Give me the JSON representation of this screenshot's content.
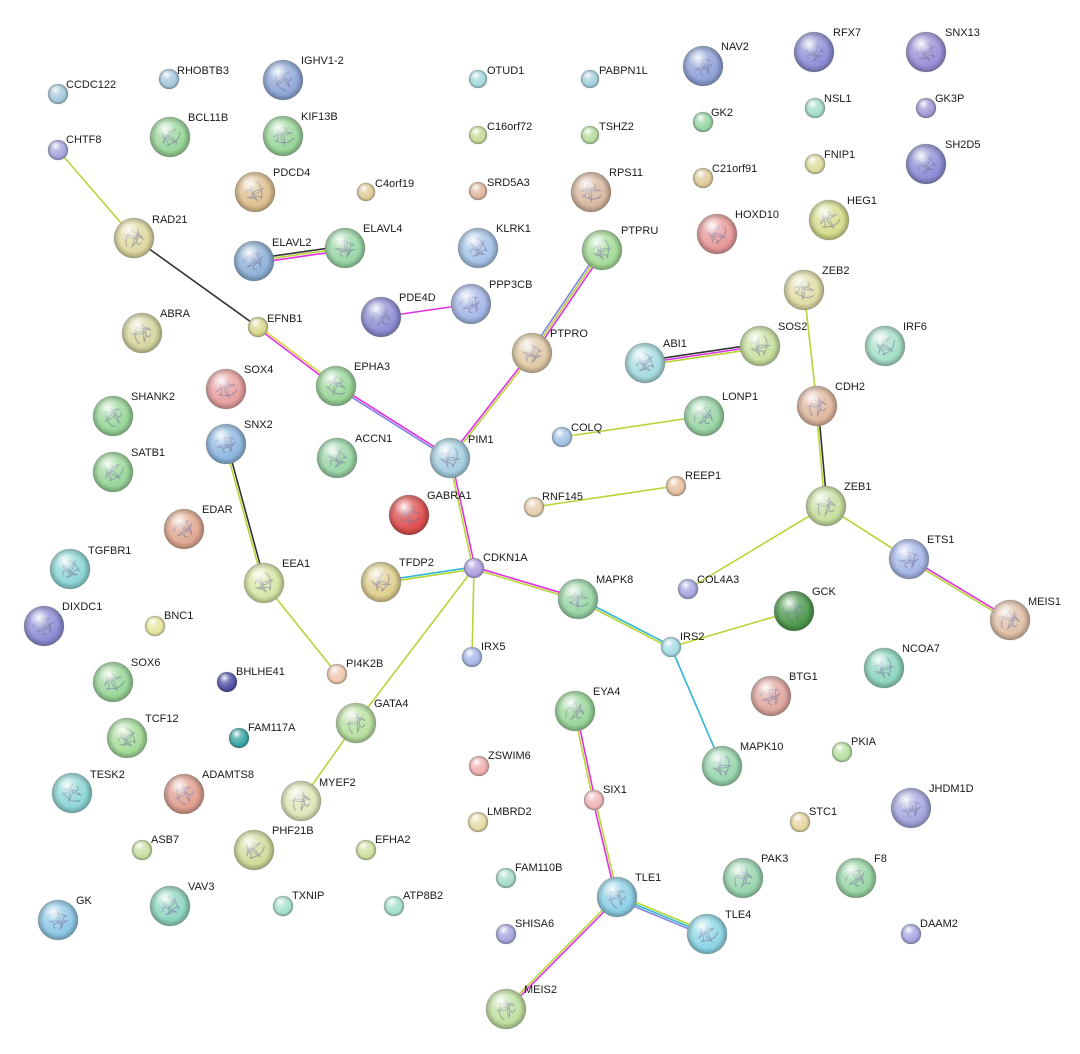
{
  "network": {
    "nodes": [
      {
        "id": "CCDC122",
        "color": "#a6c8dc"
      },
      {
        "id": "RHOBTB3",
        "color": "#a6c8dc"
      },
      {
        "id": "IGHV1-2",
        "color": "#8fa8d8",
        "structure": true
      },
      {
        "id": "OTUD1",
        "color": "#a6d8dc"
      },
      {
        "id": "PABPN1L",
        "color": "#a6d0e0"
      },
      {
        "id": "NAV2",
        "color": "#8fa2d8",
        "structure": true
      },
      {
        "id": "RFX7",
        "color": "#8e8ed6",
        "structure": true
      },
      {
        "id": "SNX13",
        "color": "#9a90d8",
        "structure": true
      },
      {
        "id": "CHTF8",
        "color": "#a6a6dc"
      },
      {
        "id": "BCL11B",
        "color": "#9ad69a",
        "structure": true
      },
      {
        "id": "KIF13B",
        "color": "#9ad69a",
        "structure": true
      },
      {
        "id": "C16orf72",
        "color": "#c8dc9a"
      },
      {
        "id": "TSHZ2",
        "color": "#b8dca0"
      },
      {
        "id": "GK2",
        "color": "#9ad6a6"
      },
      {
        "id": "NSL1",
        "color": "#a6dcc8"
      },
      {
        "id": "GK3P",
        "color": "#a69ad8"
      },
      {
        "id": "SH2D5",
        "color": "#8e8ed6",
        "structure": true
      },
      {
        "id": "PDCD4",
        "color": "#e0c090",
        "structure": true
      },
      {
        "id": "C4orf19",
        "color": "#e0cc9a"
      },
      {
        "id": "SRD5A3",
        "color": "#e0b8a0"
      },
      {
        "id": "RPS11",
        "color": "#d8b8a0",
        "structure": true
      },
      {
        "id": "C21orf91",
        "color": "#e0cc9a"
      },
      {
        "id": "FNIP1",
        "color": "#dcdca0"
      },
      {
        "id": "RAD21",
        "color": "#e0d8a0",
        "structure": true
      },
      {
        "id": "ELAVL2",
        "color": "#8fb0d8",
        "structure": true
      },
      {
        "id": "ELAVL4",
        "color": "#9ad6a6",
        "structure": true
      },
      {
        "id": "KLRK1",
        "color": "#a6c4e8",
        "structure": true
      },
      {
        "id": "PTPRU",
        "color": "#a6dc9a",
        "structure": true
      },
      {
        "id": "HOXD10",
        "color": "#e89a9a",
        "structure": true
      },
      {
        "id": "HEG1",
        "color": "#d6dc8e",
        "structure": true
      },
      {
        "id": "ZEB2",
        "color": "#e0dca6",
        "structure": true
      },
      {
        "id": "EFNB1",
        "color": "#d8d890"
      },
      {
        "id": "ABRA",
        "color": "#d6d6a0",
        "structure": true
      },
      {
        "id": "PDE4D",
        "color": "#8e8ed6",
        "structure": true
      },
      {
        "id": "PPP3CB",
        "color": "#a6b8e8",
        "structure": true
      },
      {
        "id": "PTPRO",
        "color": "#e0caa6",
        "structure": true
      },
      {
        "id": "ABI1",
        "color": "#a6dce0",
        "structure": true
      },
      {
        "id": "SOS2",
        "color": "#c8e0a0",
        "structure": true
      },
      {
        "id": "IRF6",
        "color": "#a6e0c8",
        "structure": true
      },
      {
        "id": "SOX4",
        "color": "#e8a0a0",
        "structure": true
      },
      {
        "id": "EPHA3",
        "color": "#9ad69a",
        "structure": true
      },
      {
        "id": "SHANK2",
        "color": "#9ad69a",
        "structure": true
      },
      {
        "id": "CDH2",
        "color": "#e0b8a0",
        "structure": true
      },
      {
        "id": "LONP1",
        "color": "#9ad6a6",
        "structure": true
      },
      {
        "id": "SNX2",
        "color": "#8fb8e0",
        "structure": true
      },
      {
        "id": "ACCN1",
        "color": "#9ad6a6",
        "structure": true
      },
      {
        "id": "COLQ",
        "color": "#a6c4e8"
      },
      {
        "id": "PIM1",
        "color": "#a6d0e0",
        "structure": true
      },
      {
        "id": "SATB1",
        "color": "#9ad69a",
        "structure": true
      },
      {
        "id": "GABRA1",
        "color": "#e05050",
        "structure": true
      },
      {
        "id": "REEP1",
        "color": "#e8c0a0"
      },
      {
        "id": "RNF145",
        "color": "#e8d0b0"
      },
      {
        "id": "ZEB1",
        "color": "#c8e0a0",
        "structure": true
      },
      {
        "id": "EDAR",
        "color": "#e0a890",
        "structure": true
      },
      {
        "id": "ETS1",
        "color": "#a6b8e8",
        "structure": true
      },
      {
        "id": "TGFBR1",
        "color": "#8ed6d6",
        "structure": true
      },
      {
        "id": "EEA1",
        "color": "#d8e6a6",
        "structure": true
      },
      {
        "id": "TFDP2",
        "color": "#e0d090",
        "structure": true
      },
      {
        "id": "CDKN1A",
        "color": "#b0a0e0"
      },
      {
        "id": "MAPK8",
        "color": "#9ad6a6",
        "structure": true
      },
      {
        "id": "COL4A3",
        "color": "#a6a6e0"
      },
      {
        "id": "GCK",
        "color": "#4f9a4f",
        "structure": true
      },
      {
        "id": "MEIS1",
        "color": "#e0c0a6",
        "structure": true
      },
      {
        "id": "DIXDC1",
        "color": "#8e8ed6",
        "structure": true
      },
      {
        "id": "BNC1",
        "color": "#e6e6a0"
      },
      {
        "id": "IRS2",
        "color": "#a6dce6"
      },
      {
        "id": "NCOA7",
        "color": "#8ed6c0",
        "structure": true
      },
      {
        "id": "IRX5",
        "color": "#a6b8e8"
      },
      {
        "id": "SOX6",
        "color": "#9ad69a",
        "structure": true
      },
      {
        "id": "PI4K2B",
        "color": "#f0c8b0"
      },
      {
        "id": "BHLHE41",
        "color": "#5050a6"
      },
      {
        "id": "GATA4",
        "color": "#b8e0a0",
        "structure": true
      },
      {
        "id": "EYA4",
        "color": "#9ad69a",
        "structure": true
      },
      {
        "id": "BTG1",
        "color": "#e0a8a0",
        "structure": true
      },
      {
        "id": "FAM117A",
        "color": "#3aa6a6"
      },
      {
        "id": "TCF12",
        "color": "#a6dc9a",
        "structure": true
      },
      {
        "id": "MAPK10",
        "color": "#9ad6b0",
        "structure": true
      },
      {
        "id": "PKIA",
        "color": "#b8e0a0"
      },
      {
        "id": "ZSWIM6",
        "color": "#f0b0b0"
      },
      {
        "id": "TESK2",
        "color": "#8ed6d6",
        "structure": true
      },
      {
        "id": "ADAMTS8",
        "color": "#e0a090",
        "structure": true
      },
      {
        "id": "MYEF2",
        "color": "#e0e6b8",
        "structure": true
      },
      {
        "id": "SIX1",
        "color": "#f0b8b8"
      },
      {
        "id": "JHDM1D",
        "color": "#a6a6e0",
        "structure": true
      },
      {
        "id": "LMBRD2",
        "color": "#e6dca6"
      },
      {
        "id": "STC1",
        "color": "#e6d6a0"
      },
      {
        "id": "ASB7",
        "color": "#c8e0a0"
      },
      {
        "id": "PHF21B",
        "color": "#d0dc9a",
        "structure": true
      },
      {
        "id": "EFHA2",
        "color": "#d0e0a0"
      },
      {
        "id": "FAM110B",
        "color": "#a6dcc8"
      },
      {
        "id": "TLE1",
        "color": "#8ed0e6",
        "structure": true
      },
      {
        "id": "PAK3",
        "color": "#9ad6b0",
        "structure": true
      },
      {
        "id": "F8",
        "color": "#9ad6a6",
        "structure": true
      },
      {
        "id": "GK",
        "color": "#8ec8e6",
        "structure": true
      },
      {
        "id": "VAV3",
        "color": "#8ed6c0",
        "structure": true
      },
      {
        "id": "TXNIP",
        "color": "#a6e0d0"
      },
      {
        "id": "ATP8B2",
        "color": "#a6e0d0"
      },
      {
        "id": "TLE4",
        "color": "#8ed6e6",
        "structure": true
      },
      {
        "id": "SHISA6",
        "color": "#a6a6e0"
      },
      {
        "id": "DAAM2",
        "color": "#a6a6e0"
      },
      {
        "id": "MEIS2",
        "color": "#c0e0a0",
        "structure": true
      }
    ],
    "edges": [
      {
        "a": "CHTF8",
        "b": "RAD21",
        "colors": [
          "#b8d438"
        ]
      },
      {
        "a": "RAD21",
        "b": "EFNB1",
        "colors": [
          "#333333"
        ]
      },
      {
        "a": "EFNB1",
        "b": "EPHA3",
        "colors": [
          "#d6d638",
          "#e030e0"
        ]
      },
      {
        "a": "EPHA3",
        "b": "PIM1",
        "colors": [
          "#e030e0",
          "#8080e0"
        ]
      },
      {
        "a": "ELAVL2",
        "b": "ELAVL4",
        "colors": [
          "#333333",
          "#b8d438",
          "#e030e0"
        ]
      },
      {
        "a": "PDE4D",
        "b": "PPP3CB",
        "colors": [
          "#e030e0"
        ]
      },
      {
        "a": "PTPRU",
        "b": "PTPRO",
        "colors": [
          "#e030e0",
          "#b8d438",
          "#8080e0"
        ]
      },
      {
        "a": "PTPRO",
        "b": "PIM1",
        "colors": [
          "#b8d438",
          "#e030e0"
        ]
      },
      {
        "a": "PIM1",
        "b": "CDKN1A",
        "colors": [
          "#e030e0",
          "#b8d438"
        ]
      },
      {
        "a": "ABI1",
        "b": "SOS2",
        "colors": [
          "#333333",
          "#e030e0",
          "#b8d438"
        ]
      },
      {
        "a": "COLQ",
        "b": "LONP1",
        "colors": [
          "#b8d438"
        ]
      },
      {
        "a": "RNF145",
        "b": "REEP1",
        "colors": [
          "#b8d438"
        ]
      },
      {
        "a": "ZEB2",
        "b": "CDH2",
        "colors": [
          "#b8d438"
        ]
      },
      {
        "a": "CDH2",
        "b": "ZEB1",
        "colors": [
          "#333333",
          "#b8d438"
        ]
      },
      {
        "a": "ZEB1",
        "b": "COL4A3",
        "colors": [
          "#b8d438"
        ]
      },
      {
        "a": "ZEB1",
        "b": "ETS1",
        "colors": [
          "#b8d438"
        ]
      },
      {
        "a": "ETS1",
        "b": "MEIS1",
        "colors": [
          "#e030e0",
          "#b8d438"
        ]
      },
      {
        "a": "SNX2",
        "b": "EEA1",
        "colors": [
          "#333333",
          "#b8d438"
        ]
      },
      {
        "a": "EEA1",
        "b": "PI4K2B",
        "colors": [
          "#b8d438"
        ]
      },
      {
        "a": "TFDP2",
        "b": "CDKN1A",
        "colors": [
          "#30b8d0",
          "#b8d438"
        ]
      },
      {
        "a": "CDKN1A",
        "b": "MAPK8",
        "colors": [
          "#e030e0",
          "#b8d438"
        ]
      },
      {
        "a": "CDKN1A",
        "b": "IRX5",
        "colors": [
          "#b8d438"
        ]
      },
      {
        "a": "CDKN1A",
        "b": "GATA4",
        "colors": [
          "#b8d438"
        ]
      },
      {
        "a": "GATA4",
        "b": "MYEF2",
        "colors": [
          "#b8d438"
        ]
      },
      {
        "a": "MAPK8",
        "b": "IRS2",
        "colors": [
          "#30b8d0",
          "#b8d438"
        ]
      },
      {
        "a": "IRS2",
        "b": "GCK",
        "colors": [
          "#b8d438"
        ]
      },
      {
        "a": "IRS2",
        "b": "MAPK10",
        "colors": [
          "#30b8d0"
        ]
      },
      {
        "a": "EYA4",
        "b": "SIX1",
        "colors": [
          "#e030e0",
          "#b8d438"
        ]
      },
      {
        "a": "SIX1",
        "b": "TLE1",
        "colors": [
          "#b8d438",
          "#e030e0"
        ]
      },
      {
        "a": "TLE1",
        "b": "TLE4",
        "colors": [
          "#b8d438",
          "#30b8d0",
          "#8080e0"
        ]
      },
      {
        "a": "TLE1",
        "b": "MEIS2",
        "colors": [
          "#e030e0",
          "#b8d438"
        ]
      }
    ]
  }
}
